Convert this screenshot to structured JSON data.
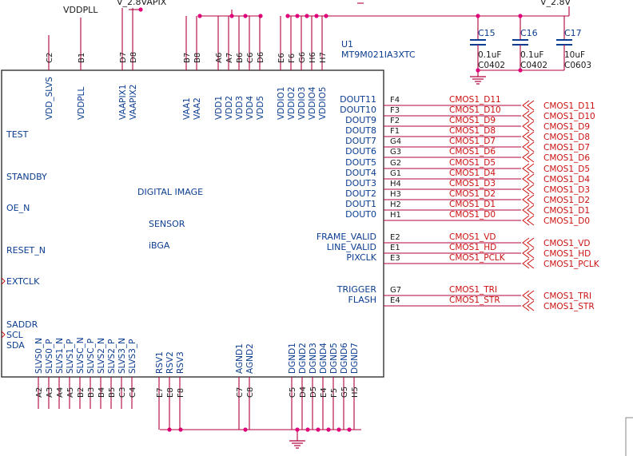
{
  "chip": {
    "ref": "U1",
    "part": "MT9M021IA3XTC",
    "desc": [
      "DIGITAL IMAGE",
      "SENSOR",
      "iBGA"
    ]
  },
  "rails": {
    "top_left": "V_2.8VAPIX",
    "top_right": "V_2.8V",
    "vddpll_net": "VDDPLL"
  },
  "top_pins": [
    {
      "ball": "C2",
      "name": "VDD_SLVS"
    },
    {
      "ball": "B1",
      "name": "VDDPLL"
    },
    {
      "ball": "D7",
      "name": "VAAPIX1"
    },
    {
      "ball": "D8",
      "name": "VAAPIX2"
    },
    {
      "ball": "B7",
      "name": "VAA1"
    },
    {
      "ball": "B8",
      "name": "VAA2"
    },
    {
      "ball": "A6",
      "name": "VDD1"
    },
    {
      "ball": "A7",
      "name": "VDD2"
    },
    {
      "ball": "B6",
      "name": "VDD3"
    },
    {
      "ball": "C6",
      "name": "VDD4"
    },
    {
      "ball": "D6",
      "name": "VDD5"
    },
    {
      "ball": "E6",
      "name": "VDDIO1"
    },
    {
      "ball": "F6",
      "name": "VDDIO2"
    },
    {
      "ball": "G6",
      "name": "VDDIO3"
    },
    {
      "ball": "H6",
      "name": "VDDIO4"
    },
    {
      "ball": "H7",
      "name": "VDDIO5"
    }
  ],
  "left_pins": [
    "TEST",
    "STANDBY",
    "OE_N",
    "RESET_N",
    "EXTCLK",
    "SADDR",
    "SCL",
    "SDA"
  ],
  "right_pins": [
    {
      "name": "DOUT11",
      "ball": "F4",
      "net": "CMOS1_D11"
    },
    {
      "name": "DOUT10",
      "ball": "F3",
      "net": "CMOS1_D10"
    },
    {
      "name": "DOUT9",
      "ball": "F2",
      "net": "CMOS1_D9"
    },
    {
      "name": "DOUT8",
      "ball": "F1",
      "net": "CMOS1_D8"
    },
    {
      "name": "DOUT7",
      "ball": "G4",
      "net": "CMOS1_D7"
    },
    {
      "name": "DOUT6",
      "ball": "G3",
      "net": "CMOS1_D6"
    },
    {
      "name": "DOUT5",
      "ball": "G2",
      "net": "CMOS1_D5"
    },
    {
      "name": "DOUT4",
      "ball": "G1",
      "net": "CMOS1_D4"
    },
    {
      "name": "DOUT3",
      "ball": "H4",
      "net": "CMOS1_D3"
    },
    {
      "name": "DOUT2",
      "ball": "H3",
      "net": "CMOS1_D2"
    },
    {
      "name": "DOUT1",
      "ball": "H2",
      "net": "CMOS1_D1"
    },
    {
      "name": "DOUT0",
      "ball": "H1",
      "net": "CMOS1_D0"
    },
    {
      "name": "FRAME_VALID",
      "ball": "E2",
      "net": "CMOS1_VD"
    },
    {
      "name": "LINE_VALID",
      "ball": "E1",
      "net": "CMOS1_HD"
    },
    {
      "name": "PIXCLK",
      "ball": "E3",
      "net": "CMOS1_PCLK"
    },
    {
      "name": "TRIGGER",
      "ball": "G7",
      "net": "CMOS1_TRI"
    },
    {
      "name": "FLASH",
      "ball": "E4",
      "net": "CMOS1_STR"
    }
  ],
  "bottom_pins": [
    {
      "ball": "A2",
      "name": "SLVS0_N"
    },
    {
      "ball": "A3",
      "name": "SLVS0_P"
    },
    {
      "ball": "A4",
      "name": "SLVS1_N"
    },
    {
      "ball": "A5",
      "name": "SLVS1_P"
    },
    {
      "ball": "B2",
      "name": "SLVSC_N"
    },
    {
      "ball": "B3",
      "name": "SLVSC_P"
    },
    {
      "ball": "B4",
      "name": "SLVS2_N"
    },
    {
      "ball": "B5",
      "name": "SLVS2_P"
    },
    {
      "ball": "C3",
      "name": "SLVS3_N"
    },
    {
      "ball": "C4",
      "name": "SLVS3_P"
    },
    {
      "ball": "E7",
      "name": "RSV1"
    },
    {
      "ball": "E8",
      "name": "RSV2"
    },
    {
      "ball": "F8",
      "name": "RSV3"
    },
    {
      "ball": "C7",
      "name": "AGND1"
    },
    {
      "ball": "C8",
      "name": "AGND2"
    },
    {
      "ball": "C5",
      "name": "DGND1"
    },
    {
      "ball": "D4",
      "name": "DGND2"
    },
    {
      "ball": "D5",
      "name": "DGND3"
    },
    {
      "ball": "E4",
      "name": "DGND4"
    },
    {
      "ball": "F5",
      "name": "DGND5"
    },
    {
      "ball": "G5",
      "name": "DGND6"
    },
    {
      "ball": "H5",
      "name": "DGND7"
    }
  ],
  "caps": [
    {
      "ref": "C15",
      "value": "0.1uF",
      "pkg": "C0402"
    },
    {
      "ref": "C16",
      "value": "0.1uF",
      "pkg": "C0402"
    },
    {
      "ref": "C17",
      "value": "10uF",
      "pkg": "C0603"
    }
  ],
  "colors": {
    "net": "#cc1111",
    "wire": "#b0003a",
    "junction": "#e0007a",
    "pin_text": "#0b3d91"
  }
}
